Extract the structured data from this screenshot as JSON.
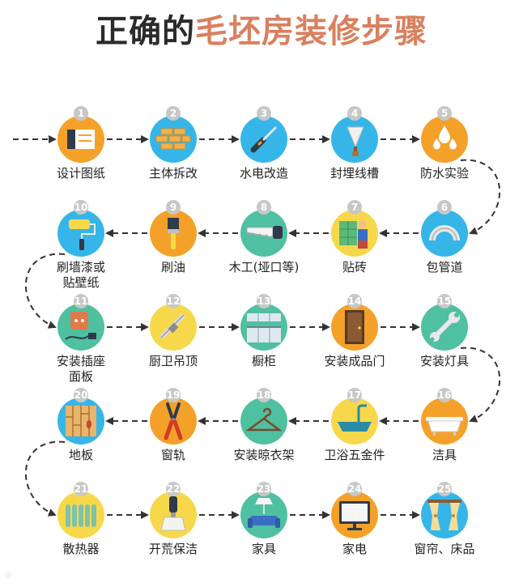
{
  "title": {
    "part1": "正确的",
    "part2": "毛坯房装修步骤"
  },
  "colors": {
    "title_dark": "#2b2b2b",
    "title_accent": "#d9805f",
    "number_badge": "#c7c7c7",
    "arrow": "#333333",
    "circle_orange": "#f4a12a",
    "circle_blue": "#36b6e8",
    "circle_green": "#4fc0a0",
    "circle_yellow": "#f7d84a"
  },
  "steps": [
    {
      "num": "1",
      "label": "设计图纸",
      "icon": "blueprint-icon"
    },
    {
      "num": "2",
      "label": "主体拆改",
      "icon": "brick-wall-icon"
    },
    {
      "num": "3",
      "label": "水电改造",
      "icon": "screwdriver-icon"
    },
    {
      "num": "4",
      "label": "封埋线槽",
      "icon": "trowel-icon"
    },
    {
      "num": "5",
      "label": "防水实验",
      "icon": "water-drops-icon"
    },
    {
      "num": "6",
      "label": "包管道",
      "icon": "pipe-icon"
    },
    {
      "num": "7",
      "label": "贴砖",
      "icon": "tiler-worker-icon"
    },
    {
      "num": "8",
      "label": "木工(垭口等)",
      "icon": "saw-icon"
    },
    {
      "num": "9",
      "label": "刷油",
      "icon": "paint-brush-icon"
    },
    {
      "num": "10",
      "label": "刷墙漆或\n贴壁纸",
      "icon": "paint-roller-icon"
    },
    {
      "num": "11",
      "label": "安装插座\n面板",
      "icon": "socket-plug-icon"
    },
    {
      "num": "12",
      "label": "厨卫吊顶",
      "icon": "caliper-icon"
    },
    {
      "num": "13",
      "label": "橱柜",
      "icon": "kitchen-cabinet-icon"
    },
    {
      "num": "14",
      "label": "安装成品门",
      "icon": "door-icon"
    },
    {
      "num": "15",
      "label": "安装灯具",
      "icon": "wrench-icon"
    },
    {
      "num": "16",
      "label": "洁具",
      "icon": "bathtub-icon"
    },
    {
      "num": "17",
      "label": "卫浴五金件",
      "icon": "basin-faucet-icon"
    },
    {
      "num": "18",
      "label": "安装晾衣架",
      "icon": "clothes-hanger-icon"
    },
    {
      "num": "19",
      "label": "窗轨",
      "icon": "pliers-icon"
    },
    {
      "num": "20",
      "label": "地板",
      "icon": "wood-floor-icon"
    },
    {
      "num": "21",
      "label": "散热器",
      "icon": "radiator-icon"
    },
    {
      "num": "22",
      "label": "开荒保洁",
      "icon": "scraper-icon"
    },
    {
      "num": "23",
      "label": "家具",
      "icon": "sofa-lamp-icon"
    },
    {
      "num": "24",
      "label": "家电",
      "icon": "tv-monitor-icon"
    },
    {
      "num": "25",
      "label": "窗帘、床品",
      "icon": "curtain-icon"
    }
  ]
}
